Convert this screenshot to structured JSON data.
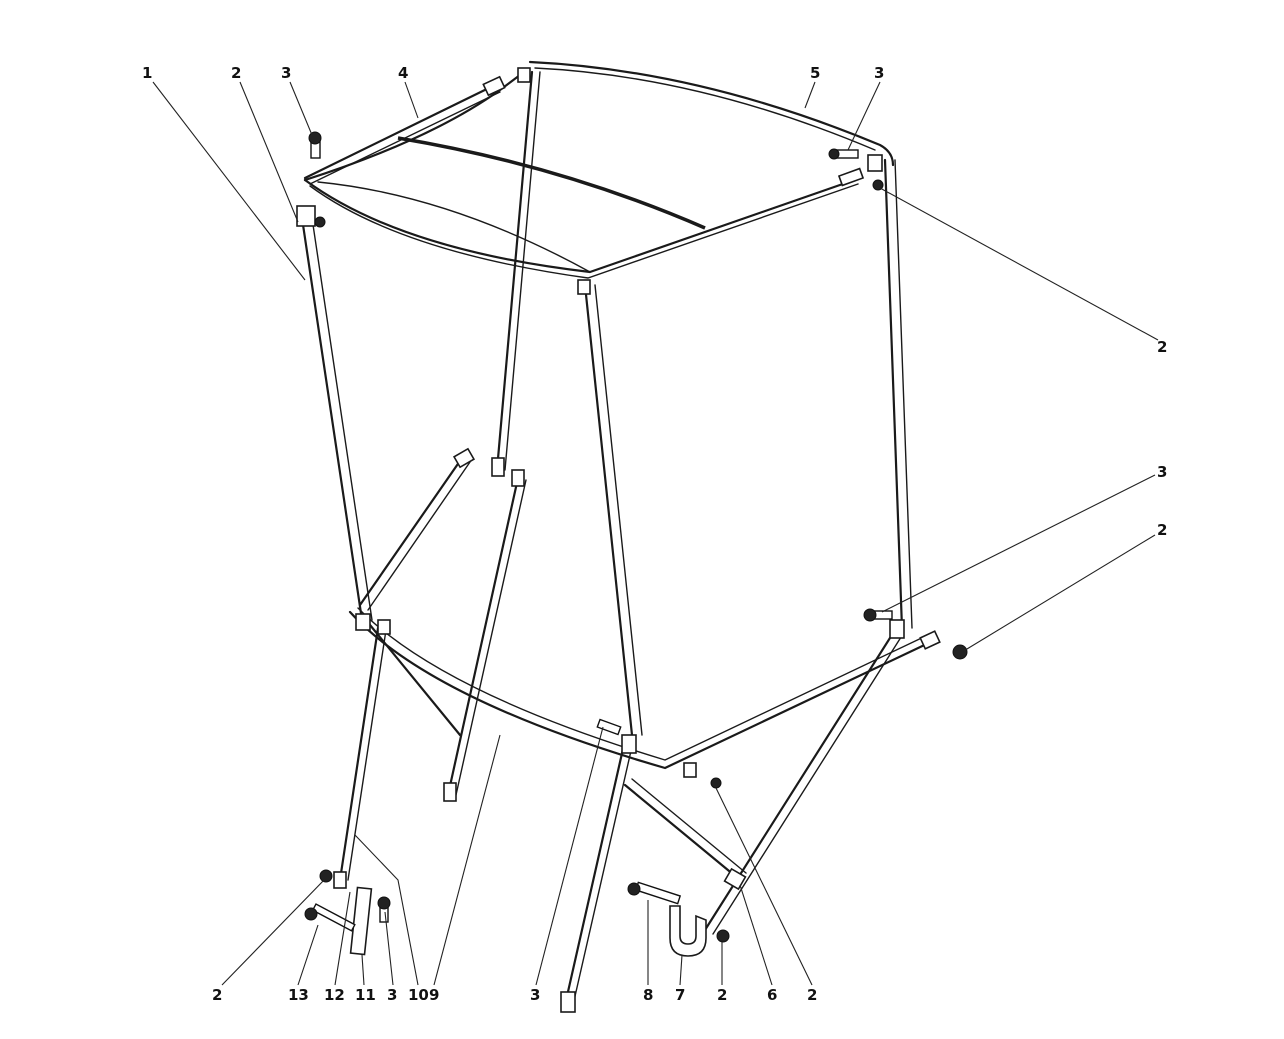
{
  "callouts": {
    "c1": "1",
    "c2_topleft": "2",
    "c3_topleft": "3",
    "c4": "4",
    "c5": "5",
    "c3_topright": "3",
    "c2_right_upper": "2",
    "c3_right_mid": "3",
    "c2_right_mid": "2",
    "c2_bottom_left": "2",
    "c13": "13",
    "c12": "12",
    "c11": "11",
    "c3_bottom_left": "3",
    "c10": "10",
    "c9": "9",
    "c3_bottom_center": "3",
    "c8": "8",
    "c7": "7",
    "c2_bottom_center": "2",
    "c6": "6",
    "c2_bottom_right": "2"
  }
}
